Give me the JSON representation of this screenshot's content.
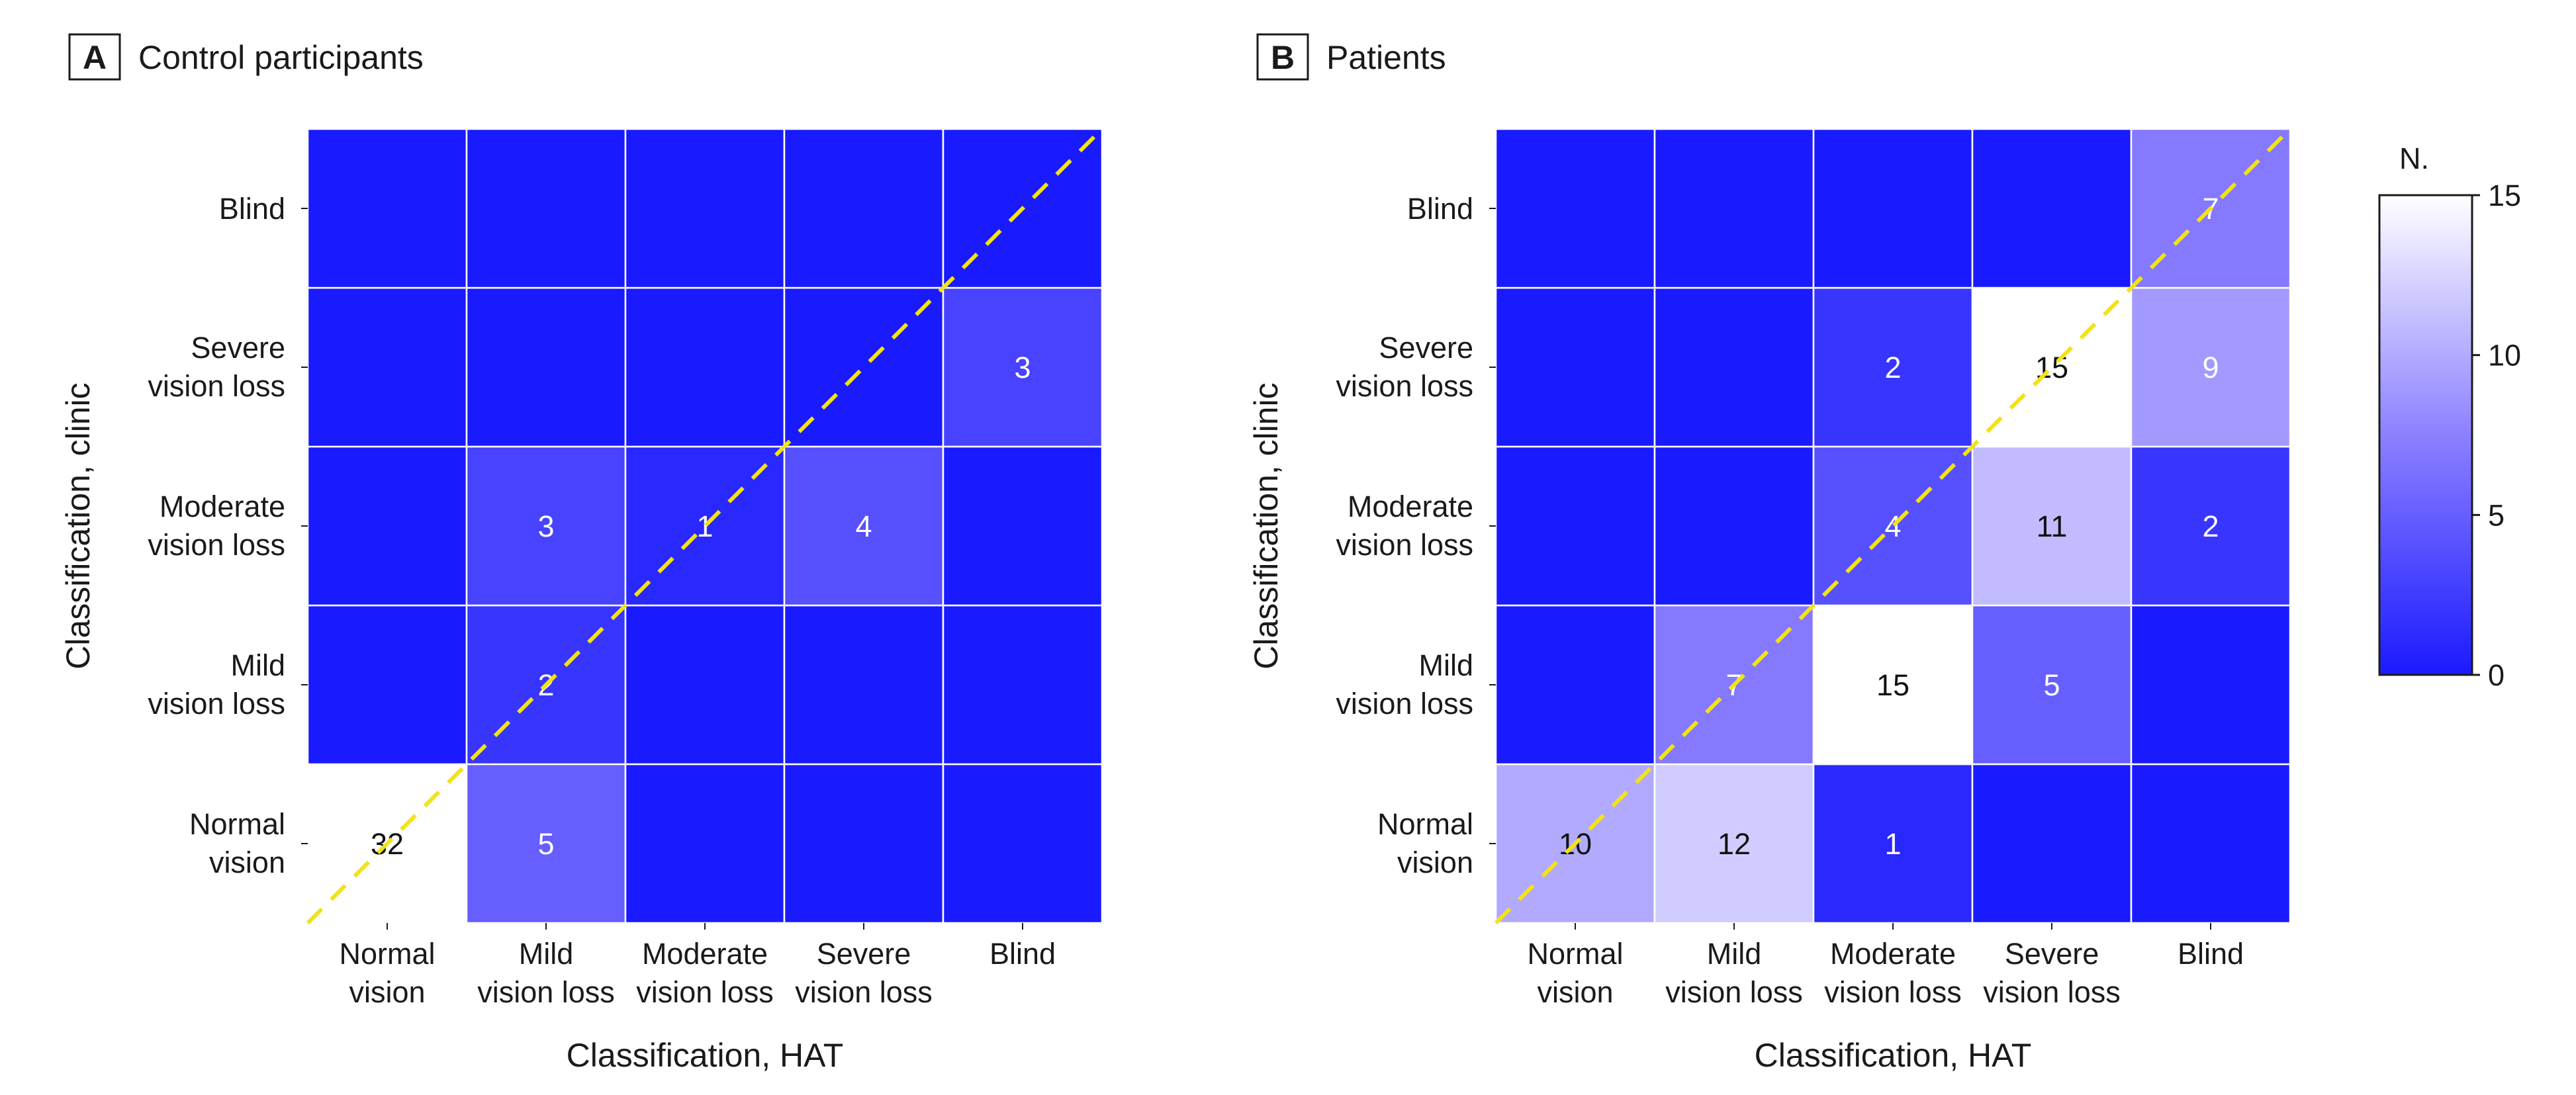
{
  "chart_data": [
    {
      "type": "heatmap",
      "panel_letter": "A",
      "title": "Control participants",
      "xlabel": "Classification, HAT",
      "ylabel": "Classification, clinic",
      "x_categories": [
        [
          "Normal",
          "vision"
        ],
        [
          "Mild",
          "vision loss"
        ],
        [
          "Moderate",
          "vision loss"
        ],
        [
          "Severe",
          "vision loss"
        ],
        [
          "Blind"
        ]
      ],
      "y_categories": [
        [
          "Normal",
          "vision"
        ],
        [
          "Mild",
          "vision loss"
        ],
        [
          "Moderate",
          "vision loss"
        ],
        [
          "Severe",
          "vision loss"
        ],
        [
          "Blind"
        ]
      ],
      "values": [
        [
          32,
          5,
          null,
          null,
          null
        ],
        [
          null,
          2,
          null,
          null,
          null
        ],
        [
          null,
          3,
          1,
          4,
          null
        ],
        [
          null,
          null,
          null,
          null,
          3
        ],
        [
          null,
          null,
          null,
          null,
          null
        ]
      ],
      "diagonal_line": true
    },
    {
      "type": "heatmap",
      "panel_letter": "B",
      "title": "Patients",
      "xlabel": "Classification, HAT",
      "ylabel": "Classification, clinic",
      "x_categories": [
        [
          "Normal",
          "vision"
        ],
        [
          "Mild",
          "vision loss"
        ],
        [
          "Moderate",
          "vision loss"
        ],
        [
          "Severe",
          "vision loss"
        ],
        [
          "Blind"
        ]
      ],
      "y_categories": [
        [
          "Normal",
          "vision"
        ],
        [
          "Mild",
          "vision loss"
        ],
        [
          "Moderate",
          "vision loss"
        ],
        [
          "Severe",
          "vision loss"
        ],
        [
          "Blind"
        ]
      ],
      "values": [
        [
          10,
          12,
          1,
          null,
          null
        ],
        [
          null,
          7,
          15,
          5,
          null
        ],
        [
          null,
          null,
          4,
          11,
          2
        ],
        [
          null,
          null,
          2,
          15,
          9
        ],
        [
          null,
          null,
          null,
          null,
          7
        ]
      ],
      "diagonal_line": true
    }
  ],
  "colorbar": {
    "title": "N.",
    "range": [
      0,
      15
    ],
    "ticks": [
      0,
      5,
      10,
      15
    ],
    "colors": {
      "low": "#1a1aff",
      "high": "#ffffff"
    }
  },
  "style": {
    "diagonal_color": "#f2e11d",
    "grid_color": "#ffffff"
  }
}
